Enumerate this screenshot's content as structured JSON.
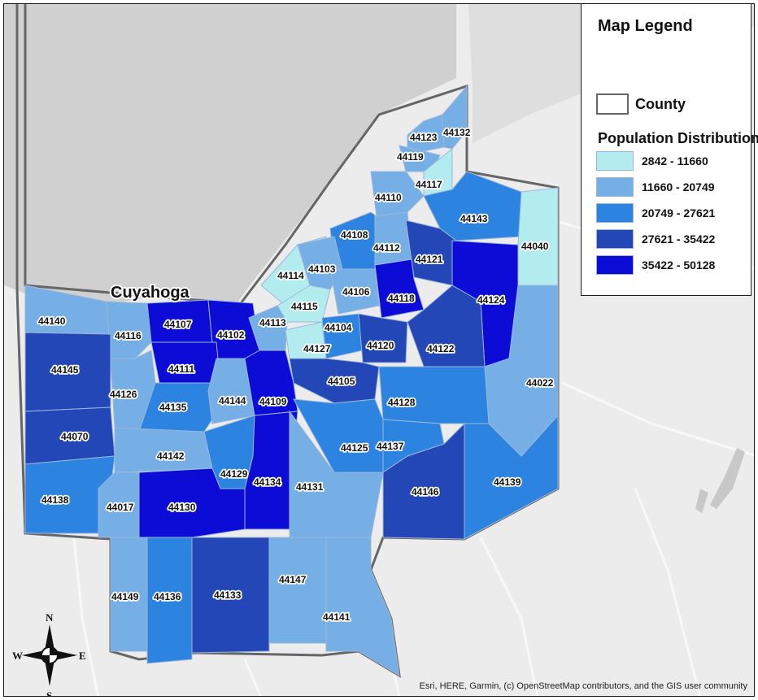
{
  "legend": {
    "title": "Map Legend",
    "county_label": "County",
    "subtitle": "Population Distribution",
    "classes": [
      {
        "range": "2842 - 11660",
        "color": "#b3ecee"
      },
      {
        "range": "11660 - 20749",
        "color": "#76aee6"
      },
      {
        "range": "20749 - 27621",
        "color": "#2c83e0"
      },
      {
        "range": "27621 - 35422",
        "color": "#2447b8"
      },
      {
        "range": "35422 - 50128",
        "color": "#0c0cd6"
      }
    ]
  },
  "map": {
    "county_name": "Cuyahoga",
    "attribution": "Esri, HERE, Garmin, (c) OpenStreetMap contributors, and the GIS user community",
    "compass": {
      "n": "N",
      "s": "S",
      "e": "E",
      "w": "W"
    },
    "zip_codes": [
      {
        "code": "44123",
        "class": 1
      },
      {
        "code": "44132",
        "class": 1
      },
      {
        "code": "44119",
        "class": 1
      },
      {
        "code": "44117",
        "class": 0
      },
      {
        "code": "44110",
        "class": 1
      },
      {
        "code": "44143",
        "class": 2
      },
      {
        "code": "44040",
        "class": 0
      },
      {
        "code": "44108",
        "class": 2
      },
      {
        "code": "44112",
        "class": 1
      },
      {
        "code": "44121",
        "class": 3
      },
      {
        "code": "44114",
        "class": 0
      },
      {
        "code": "44103",
        "class": 1
      },
      {
        "code": "44106",
        "class": 1
      },
      {
        "code": "44118",
        "class": 4
      },
      {
        "code": "44124",
        "class": 4
      },
      {
        "code": "44115",
        "class": 0
      },
      {
        "code": "44140",
        "class": 1
      },
      {
        "code": "44116",
        "class": 1
      },
      {
        "code": "44107",
        "class": 4
      },
      {
        "code": "44102",
        "class": 4
      },
      {
        "code": "44113",
        "class": 1
      },
      {
        "code": "44104",
        "class": 2
      },
      {
        "code": "44127",
        "class": 0
      },
      {
        "code": "44120",
        "class": 3
      },
      {
        "code": "44122",
        "class": 3
      },
      {
        "code": "44145",
        "class": 3
      },
      {
        "code": "44111",
        "class": 4
      },
      {
        "code": "44105",
        "class": 3
      },
      {
        "code": "44022",
        "class": 1
      },
      {
        "code": "44126",
        "class": 1
      },
      {
        "code": "44135",
        "class": 2
      },
      {
        "code": "44144",
        "class": 1
      },
      {
        "code": "44109",
        "class": 4
      },
      {
        "code": "44128",
        "class": 2
      },
      {
        "code": "44070",
        "class": 3
      },
      {
        "code": "44125",
        "class": 2
      },
      {
        "code": "44137",
        "class": 2
      },
      {
        "code": "44142",
        "class": 1
      },
      {
        "code": "44129",
        "class": 2
      },
      {
        "code": "44134",
        "class": 4
      },
      {
        "code": "44131",
        "class": 1
      },
      {
        "code": "44146",
        "class": 3
      },
      {
        "code": "44139",
        "class": 2
      },
      {
        "code": "44138",
        "class": 2
      },
      {
        "code": "44017",
        "class": 1
      },
      {
        "code": "44130",
        "class": 4
      },
      {
        "code": "44147",
        "class": 1
      },
      {
        "code": "44149",
        "class": 1
      },
      {
        "code": "44136",
        "class": 2
      },
      {
        "code": "44133",
        "class": 3
      },
      {
        "code": "44141",
        "class": 1
      }
    ]
  }
}
